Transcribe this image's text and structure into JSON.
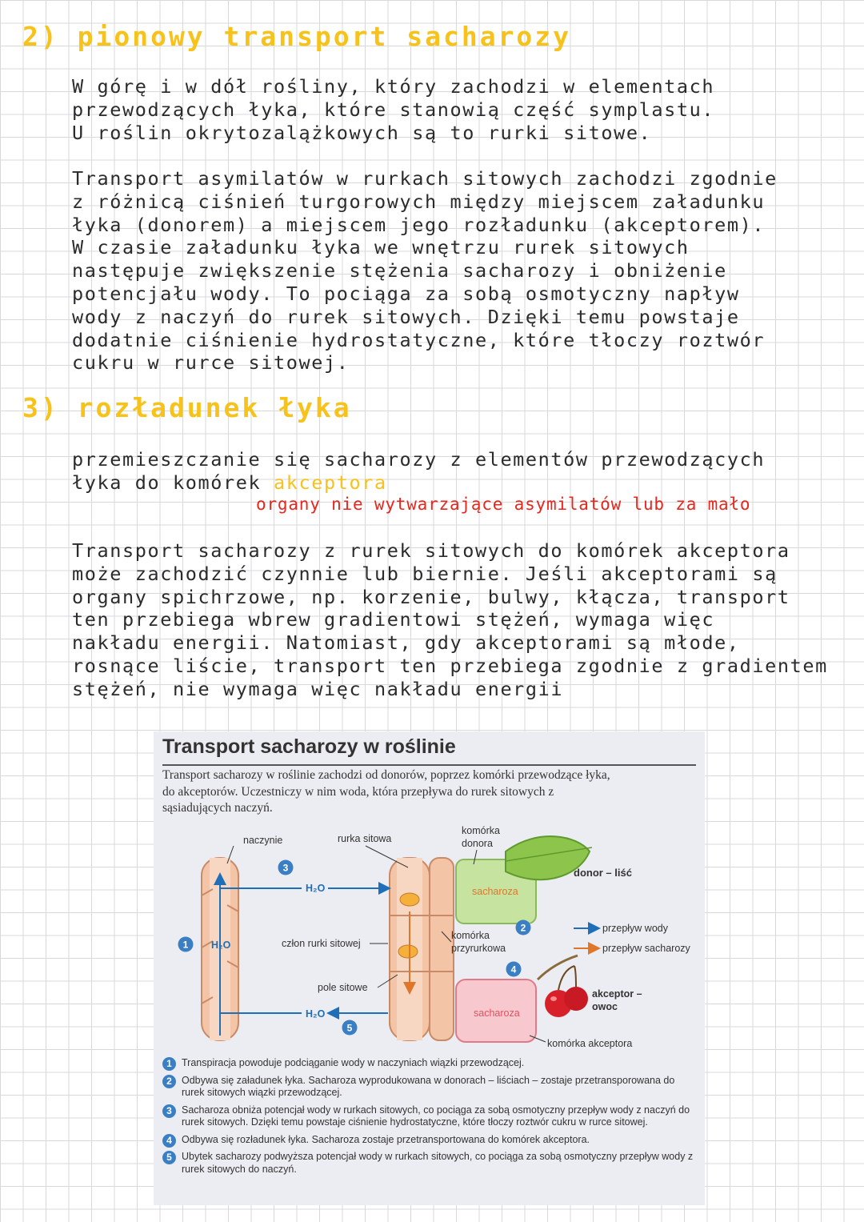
{
  "section2": {
    "heading": "2) pionowy transport sacharozy",
    "para1": [
      "W górę i w dół rośliny, który zachodzi w elementach",
      "przewodzących łyka, które stanowią część symplastu.",
      "U roślin okrytozalążkowych są to rurki sitowe."
    ],
    "para2": [
      "Transport asymilatów w rurkach sitowych zachodzi zgodnie",
      "z różnicą ciśnień turgorowych między miejscem załadunku",
      "łyka (donorem) a miejscem jego rozładunku (akceptorem).",
      "W czasie załadunku łyka we wnętrzu rurek sitowych",
      "następuje zwiększenie stężenia sacharozy i obniżenie",
      "potencjału wody. To pociąga za sobą osmotyczny napływ",
      "wody z naczyń do rurek sitowych. Dzięki temu powstaje",
      "dodatnie ciśnienie hydrostatyczne, które tłoczy roztwór",
      "cukru w rurce sitowej."
    ]
  },
  "section3": {
    "heading": "3) rozładunek łyka",
    "para1_line1": "przemieszczanie się sacharozy z elementów przewodzących",
    "para1_line2": "łyka do komórek",
    "highlight": "akceptora",
    "red_note": "organy nie wytwarzające asymilatów lub za mało",
    "para2": [
      "Transport sacharozy z rurek sitowych do komórek akceptora",
      "może zachodzić czynnie lub biernie. Jeśli akceptorami są",
      "organy spichrzowe, np. korzenie, bulwy, kłącza, transport",
      "ten przebiega wbrew gradientowi stężeń, wymaga więc",
      "nakładu energii. Natomiast, gdy akceptorami są młode,",
      "rosnące liście, transport ten przebiega zgodnie z gradientem",
      "stężeń, nie wymaga więc nakładu energii"
    ]
  },
  "figure": {
    "title": "Transport sacharozy w roślinie",
    "description": "Transport sacharozy w roślinie zachodzi od donorów, poprzez komórki przewodzące łyka, do akceptorów. Uczestniczy w nim woda, która przepływa do rurek sitowych z sąsiadujących naczyń.",
    "labels": {
      "naczynie": "naczynie",
      "rurka_sitowa": "rurka sitowa",
      "komorka_donora_1": "komórka",
      "komorka_donora_2": "donora",
      "donor_lisc": "donor – liść",
      "h2o_top": "H₂O",
      "h2o_mid": "H₂O",
      "h2o_bottom": "H₂O",
      "sacharoza_top": "sacharoza",
      "sacharoza_bottom": "sacharoza",
      "czlon": "człon rurki sitowej",
      "pole_sitowe": "pole sitowe",
      "komorka_przyrurkowa_1": "komórka",
      "komorka_przyrurkowa_2": "przyrurkowa",
      "przeplyw_wody": "przepływ wody",
      "przeplyw_sacharozy": "przepływ sacharozy",
      "akceptor_1": "akceptor –",
      "akceptor_2": "owoc",
      "komorka_akceptora": "komórka akceptora"
    },
    "badges": [
      "1",
      "2",
      "3",
      "4",
      "5"
    ],
    "legend": [
      {
        "num": "1",
        "text": "Transpiracja powoduje podciąganie wody w naczyniach wiązki przewodzącej."
      },
      {
        "num": "2",
        "text": "Odbywa się załadunek łyka. Sacharoza wyprodukowana w donorach – liściach – zostaje przetransporowana do rurek sitowych wiązki przewodzącej."
      },
      {
        "num": "3",
        "text": "Sacharoza obniża potencjał wody w rurkach sitowych, co pociąga za sobą osmotyczny przepływ wody z naczyń do rurek sitowych. Dzięki temu powstaje ciśnienie hydrostatyczne, które tłoczy roztwór cukru w rurce sitowej."
      },
      {
        "num": "4",
        "text": "Odbywa się rozładunek łyka. Sacharoza zostaje przetransportowana do komórek akceptora."
      },
      {
        "num": "5",
        "text": "Ubytek sacharozy podwyższa potencjał wody w rurkach sitowych, co pociąga za sobą osmotyczny przepływ wody z rurek sitowych do naczyń."
      }
    ],
    "colors": {
      "water_arrow": "#1f6fb8",
      "sucrose_arrow": "#e0762a",
      "badge": "#3a7fc4",
      "tube": "#f3c4a6",
      "tube_stroke": "#c98a68",
      "donor_cell": "#c6e3a0",
      "acceptor_cell": "#f7c9cf"
    }
  }
}
